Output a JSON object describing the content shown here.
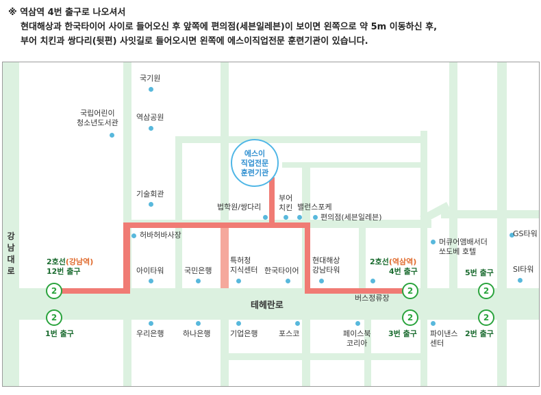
{
  "instructions": {
    "line1": "※ 역삼역 4번 출구로 나오셔서",
    "line2": "현대해상과 한국타이어 사이로 들어오신 후 앞쪽에 편의점(세븐일레븐)이 보이면 왼쪽으로 약 5m 이동하신 후,",
    "line3": "부어 치킨과 쌍다리(뒷편) 사잇길로 들어오시면 왼쪽에 에스이직업전문 훈련기관이 있습니다."
  },
  "map": {
    "target": {
      "line1": "에스이",
      "line2": "직업전문",
      "line3": "훈련기관"
    },
    "main_road": "테헤란로",
    "side_road": [
      "강",
      "남",
      "대",
      "로"
    ],
    "landmarks": {
      "gukgiwon": "국기원",
      "library1": "국립어린이",
      "library2": "청소년도서관",
      "park": "역삼공원",
      "tech": "기술회관",
      "court": "법학원/쌍다리",
      "buo1": "부어",
      "buo2": "치킨",
      "balance": "밸런스포케",
      "conv": "편의점(세븐일레븐)",
      "habahaba": "허바허바사장",
      "mercure1": "머큐어앰배서더",
      "mercure2": "쏘도베 호텔",
      "gs": "GS타워",
      "itower": "아이타워",
      "kookmin": "국민은행",
      "patent1": "특허청",
      "patent2": "지식센터",
      "hankook": "한국타이어",
      "hyundai1": "현대해상",
      "hyundai2": "강남타워",
      "bus": "버스정류장",
      "si": "SI타워",
      "woori": "우리은행",
      "hana": "하나은행",
      "ibk": "기업은행",
      "posco": "포스코",
      "facebook1": "페이스북",
      "facebook2": "코리아",
      "finance1": "파이낸스",
      "finance2": "센터"
    },
    "exits": {
      "gangnam_line": "2호선",
      "gangnam_name": "(강남역)",
      "gangnam_12": "12번 출구",
      "gangnam_1": "1번 출구",
      "yeoksam_line": "2호선",
      "yeoksam_name": "(역삼역)",
      "yeoksam_4": "4번 출구",
      "yeoksam_3": "3번 출구",
      "yeoksam_5": "5번 출구",
      "yeoksam_2": "2번 출구"
    },
    "badge": "2"
  }
}
